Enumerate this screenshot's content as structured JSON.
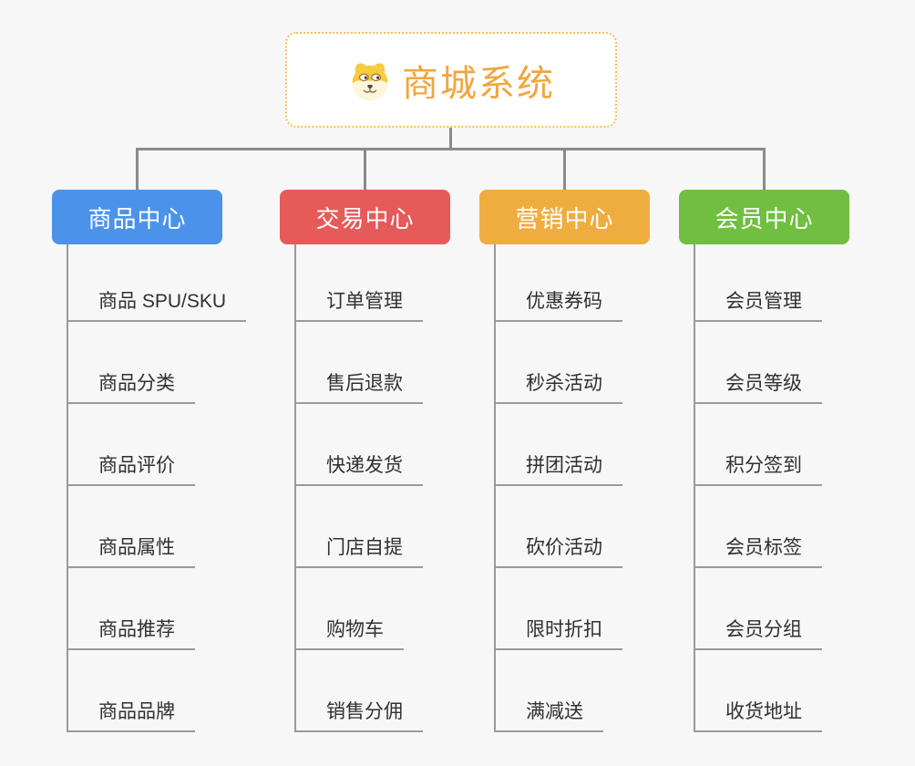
{
  "root": {
    "title": "商城系统",
    "icon": "dog-face-icon",
    "border_color": "#f3bd55",
    "title_color": "#f0a63c"
  },
  "branches": [
    {
      "label": "商品中心",
      "color": "#4b93ea",
      "items": [
        "商品 SPU/SKU",
        "商品分类",
        "商品评价",
        "商品属性",
        "商品推荐",
        "商品品牌"
      ]
    },
    {
      "label": "交易中心",
      "color": "#e65a5a",
      "items": [
        "订单管理",
        "售后退款",
        "快递发货",
        "门店自提",
        "购物车",
        "销售分佣"
      ]
    },
    {
      "label": "营销中心",
      "color": "#efad40",
      "items": [
        "优惠券码",
        "秒杀活动",
        "拼团活动",
        "砍价活动",
        "限时折扣",
        "满减送"
      ]
    },
    {
      "label": "会员中心",
      "color": "#70bf40",
      "items": [
        "会员管理",
        "会员等级",
        "积分签到",
        "会员标签",
        "会员分组",
        "收货地址"
      ]
    }
  ],
  "colors": {
    "background": "#f7f7f7",
    "connector": "#8a8a8a",
    "child_line": "#9a9a9a",
    "item_text": "#303030"
  }
}
